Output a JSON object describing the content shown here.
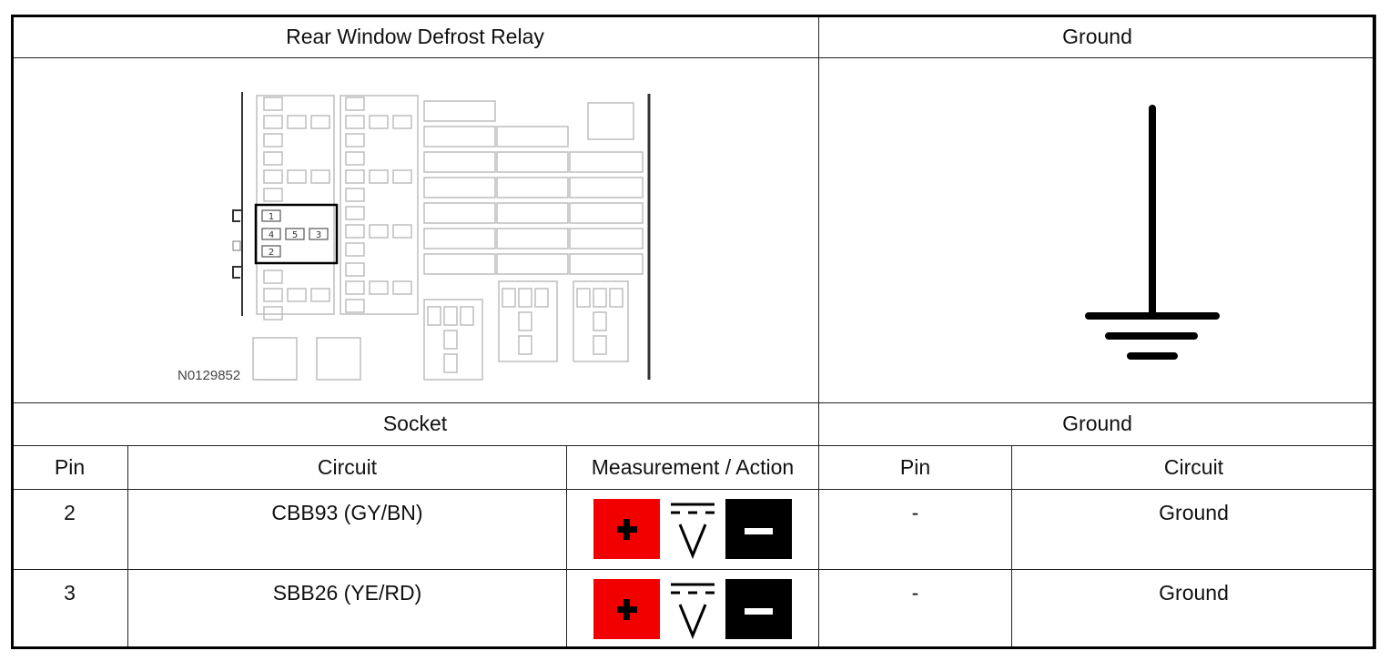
{
  "header": {
    "left_title": "Rear Window Defrost Relay",
    "right_title": "Ground"
  },
  "diagram": {
    "part_label": "N0129852",
    "relay_pins": [
      "1",
      "4",
      "5",
      "3",
      "2"
    ]
  },
  "subheader": {
    "left": "Socket",
    "right": "Ground"
  },
  "columns": {
    "pin": "Pin",
    "circuit": "Circuit",
    "measurement": "Measurement / Action",
    "ground_pin": "Pin",
    "ground_circuit": "Circuit"
  },
  "rows": [
    {
      "pin": "2",
      "circuit": "CBB93 (GY/BN)",
      "measurement_icon": "dc-voltmeter-icon",
      "ground_pin": "-",
      "ground_circuit": "Ground"
    },
    {
      "pin": "3",
      "circuit": "SBB26 (YE/RD)",
      "measurement_icon": "dc-voltmeter-icon",
      "ground_pin": "-",
      "ground_circuit": "Ground"
    }
  ],
  "colors": {
    "positive_lead": "#f20000",
    "negative_lead": "#000000"
  }
}
